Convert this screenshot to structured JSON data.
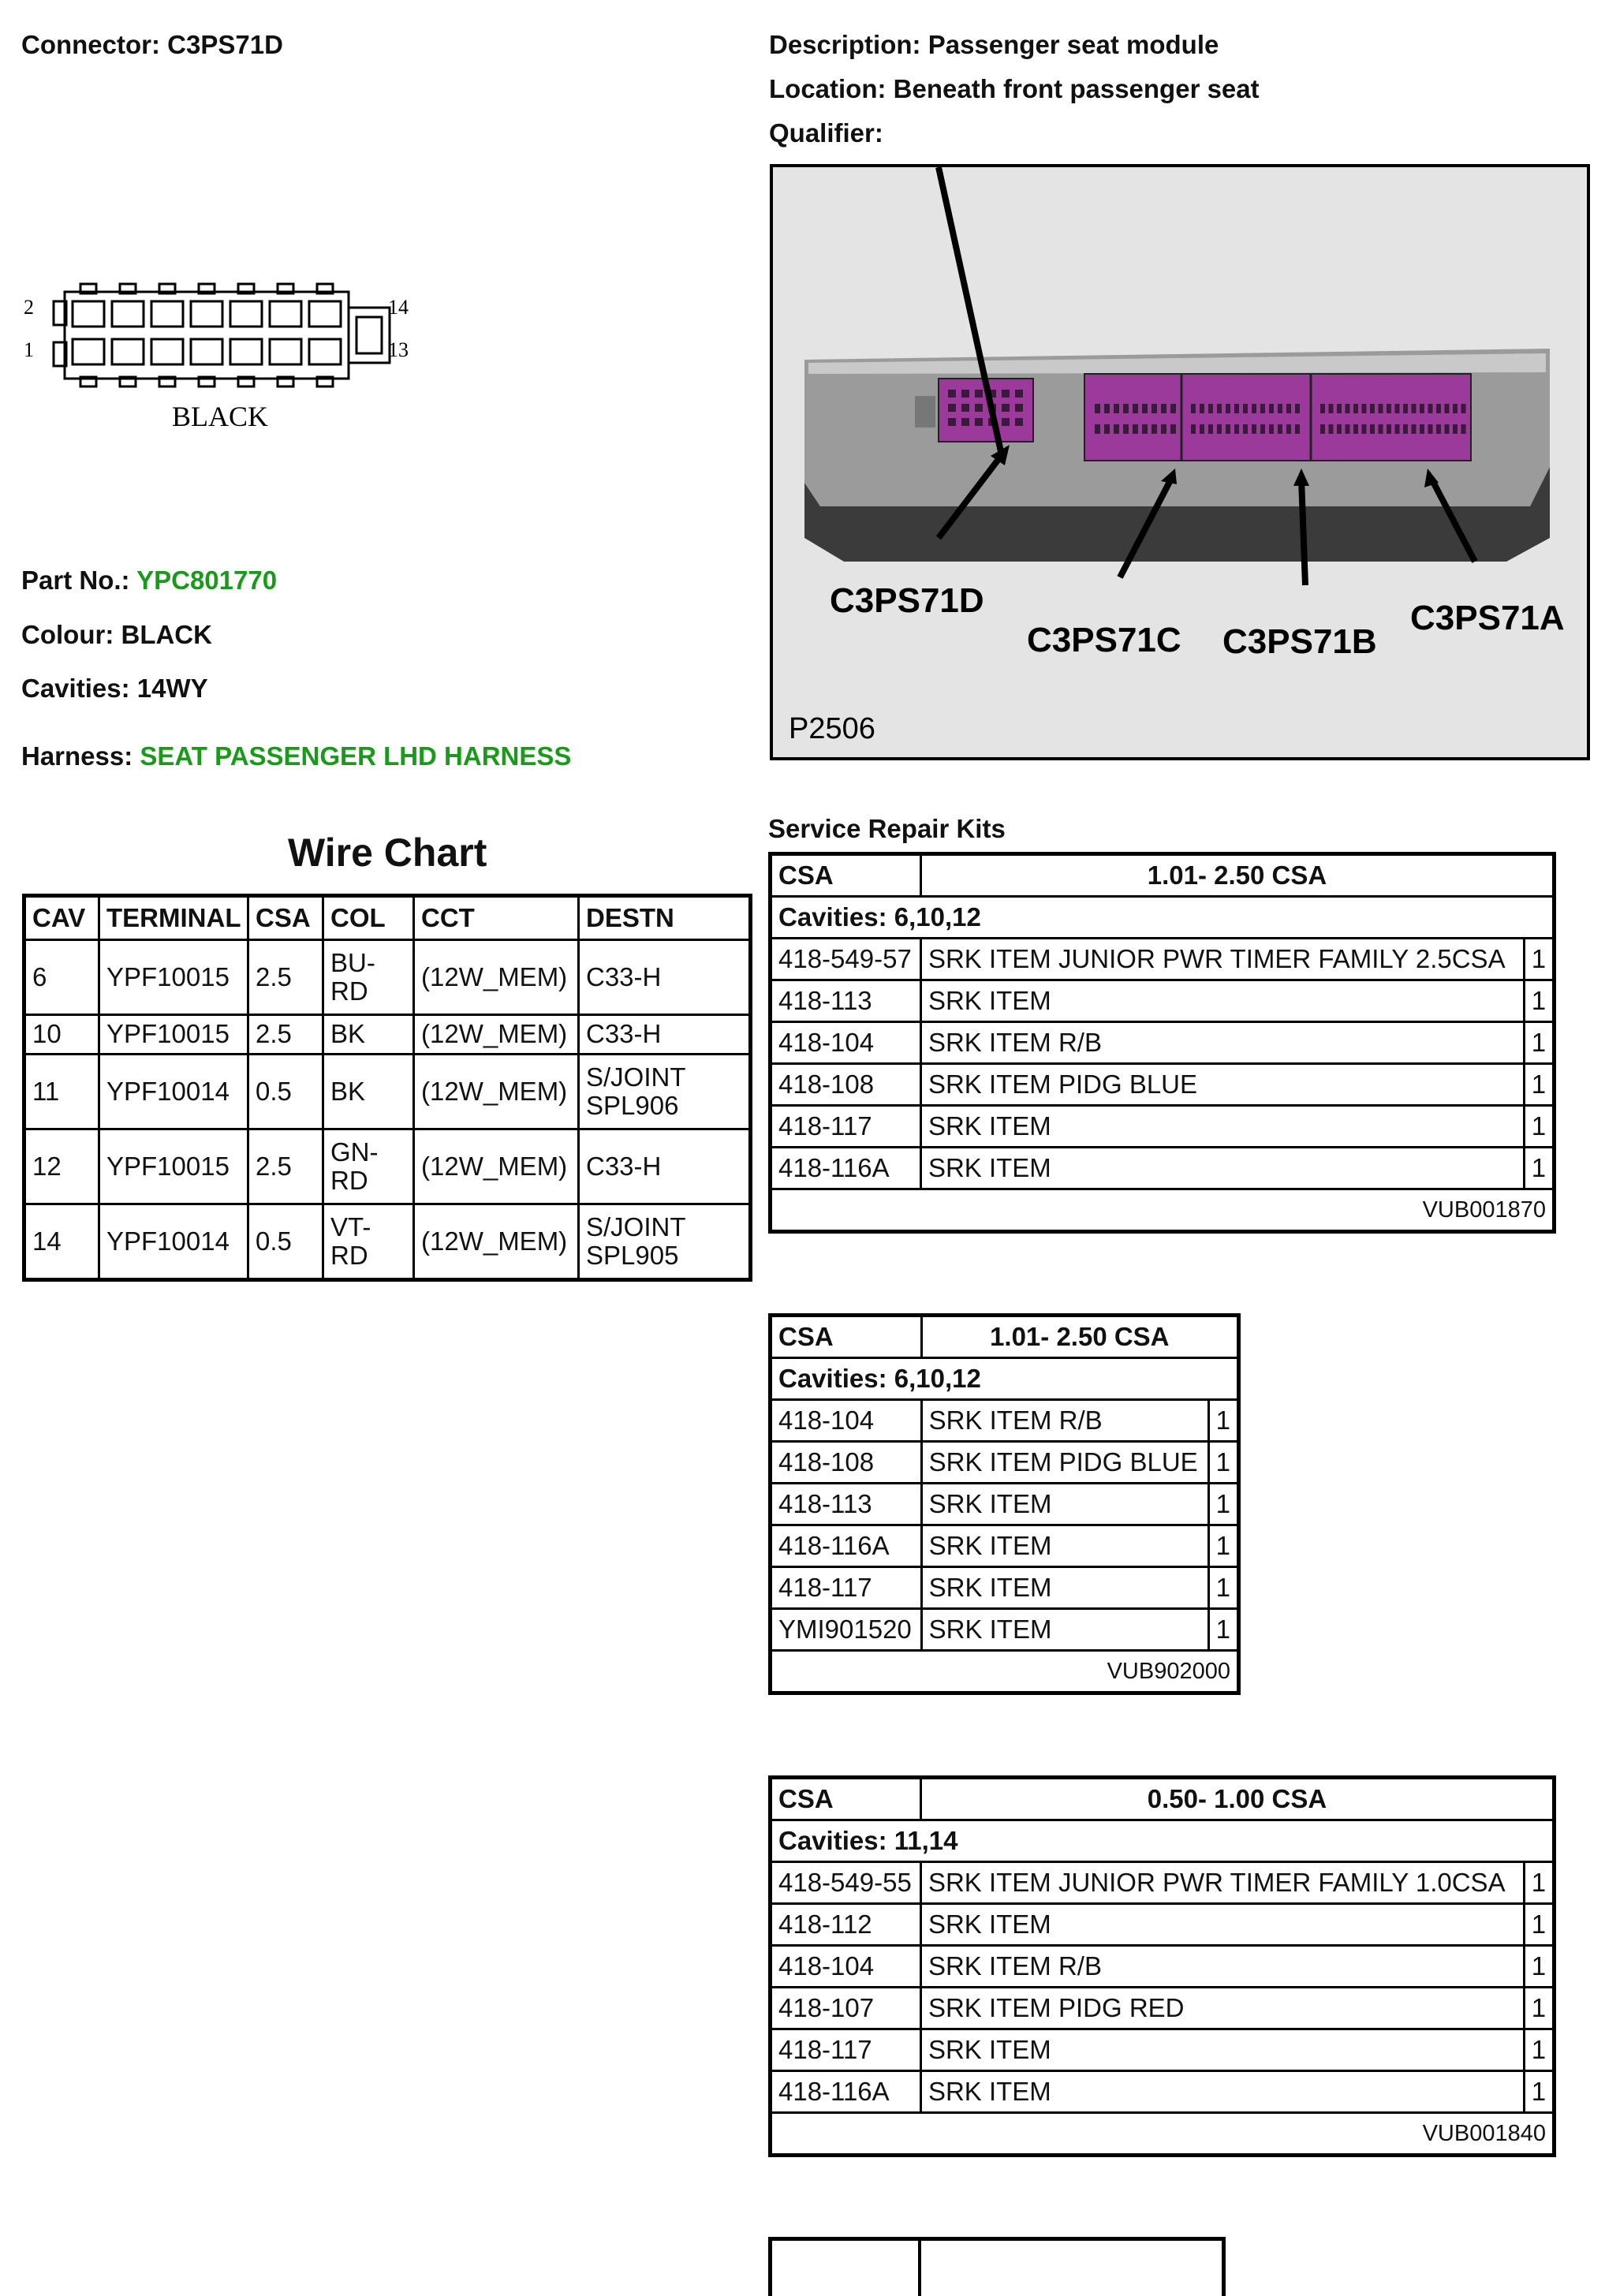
{
  "connector": {
    "label": "Connector:",
    "value": "C3PS71D"
  },
  "description": {
    "label": "Description:",
    "value": "Passenger seat module"
  },
  "location": {
    "label": "Location:",
    "value": "Beneath front passenger seat"
  },
  "qualifier": {
    "label": "Qualifier:",
    "value": ""
  },
  "diagram": {
    "pin_tl": "2",
    "pin_bl": "1",
    "pin_tr": "14",
    "pin_br": "13",
    "colour_caption": "BLACK"
  },
  "part_no": {
    "label": "Part No.:",
    "value": "YPC801770"
  },
  "colour": {
    "label": "Colour:",
    "value": "BLACK"
  },
  "cavities": {
    "label": "Cavities:",
    "value": "14WY"
  },
  "harness": {
    "label": "Harness:",
    "value": "SEAT PASSENGER LHD HARNESS"
  },
  "photo": {
    "callouts": [
      "C3PS71D",
      "C3PS71C",
      "C3PS71B",
      "C3PS71A"
    ],
    "ref": "P2506",
    "connector_color": "#9b3a9b"
  },
  "wire_chart": {
    "title": "Wire Chart",
    "headers": [
      "CAV",
      "TERMINAL",
      "CSA",
      "COL",
      "CCT",
      "DESTN"
    ],
    "rows": [
      [
        "6",
        "YPF10015",
        "2.5",
        "BU-RD",
        "(12W_MEM)",
        "C33-H"
      ],
      [
        "10",
        "YPF10015",
        "2.5",
        "BK",
        "(12W_MEM)",
        "C33-H"
      ],
      [
        "11",
        "YPF10014",
        "0.5",
        "BK",
        "(12W_MEM)",
        "S/JOINT SPL906"
      ],
      [
        "12",
        "YPF10015",
        "2.5",
        "GN-RD",
        "(12W_MEM)",
        "C33-H"
      ],
      [
        "14",
        "YPF10014",
        "0.5",
        "VT-RD",
        "(12W_MEM)",
        "S/JOINT SPL905"
      ]
    ]
  },
  "kits_title": "Service Repair Kits",
  "kits": [
    {
      "csa_label": "CSA",
      "range": "1.01- 2.50 CSA",
      "cavities": "Cavities: 6,10,12",
      "items": [
        [
          "418-549-57",
          "SRK ITEM JUNIOR PWR TIMER FAMILY 2.5CSA",
          "1"
        ],
        [
          "418-113",
          "SRK ITEM",
          "1"
        ],
        [
          "418-104",
          "SRK ITEM R/B",
          "1"
        ],
        [
          "418-108",
          "SRK ITEM PIDG BLUE",
          "1"
        ],
        [
          "418-117",
          "SRK ITEM",
          "1"
        ],
        [
          "418-116A",
          "SRK ITEM",
          "1"
        ]
      ],
      "code": "VUB001870"
    },
    {
      "csa_label": "CSA",
      "range": "1.01- 2.50 CSA",
      "cavities": "Cavities: 6,10,12",
      "items": [
        [
          "418-104",
          "SRK ITEM R/B",
          "1"
        ],
        [
          "418-108",
          "SRK ITEM PIDG BLUE",
          "1"
        ],
        [
          "418-113",
          "SRK ITEM",
          "1"
        ],
        [
          "418-116A",
          "SRK ITEM",
          "1"
        ],
        [
          "418-117",
          "SRK ITEM",
          "1"
        ],
        [
          "YMI901520",
          "SRK ITEM",
          "1"
        ]
      ],
      "code": "VUB902000"
    },
    {
      "csa_label": "CSA",
      "range": "0.50- 1.00 CSA",
      "cavities": "Cavities: 11,14",
      "items": [
        [
          "418-549-55",
          "SRK ITEM JUNIOR PWR TIMER FAMILY 1.0CSA",
          "1"
        ],
        [
          "418-112",
          "SRK ITEM",
          "1"
        ],
        [
          "418-104",
          "SRK ITEM R/B",
          "1"
        ],
        [
          "418-107",
          "SRK ITEM PIDG RED",
          "1"
        ],
        [
          "418-117",
          "SRK ITEM",
          "1"
        ],
        [
          "418-116A",
          "SRK ITEM",
          "1"
        ]
      ],
      "code": "VUB001840"
    }
  ]
}
